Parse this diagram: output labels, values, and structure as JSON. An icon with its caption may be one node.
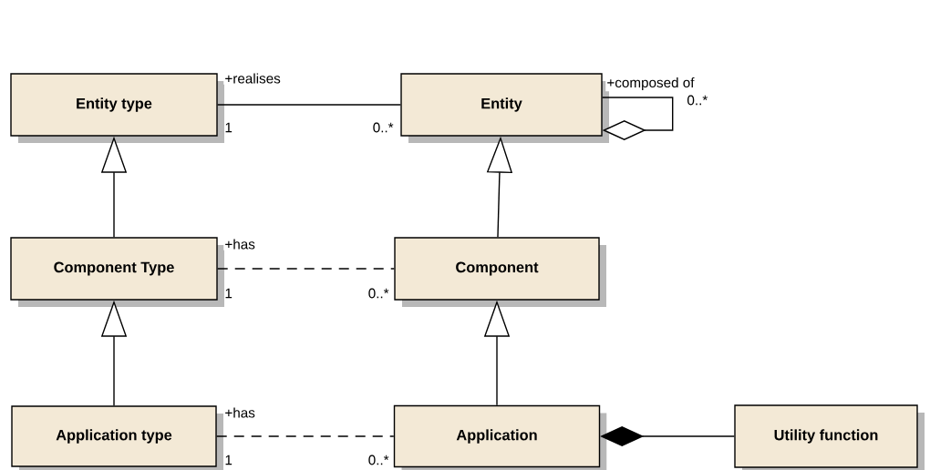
{
  "diagram": {
    "nodes": [
      {
        "text": [
          "Entity type"
        ]
      },
      {
        "text": [
          "Entity"
        ]
      },
      {
        "text": [
          "Component Type"
        ]
      },
      {
        "text": [
          "Component"
        ]
      },
      {
        "text": [
          "Application type"
        ]
      },
      {
        "text": [
          "Application"
        ]
      },
      {
        "text": [
          "Utility function"
        ]
      }
    ],
    "edges": [
      {
        "from": 0,
        "to": 1,
        "arrow": "none",
        "label": "+realises"
      },
      {
        "from": 1,
        "to": 1,
        "arrow": "other",
        "label": "+composed of"
      },
      {
        "from": 2,
        "to": 0,
        "arrow": "to"
      },
      {
        "from": 3,
        "to": 1,
        "arrow": "to"
      },
      {
        "from": 2,
        "to": 3,
        "arrow": "none",
        "style": "dashed",
        "label": "+has"
      },
      {
        "from": 4,
        "to": 2,
        "arrow": "to"
      },
      {
        "from": 5,
        "to": 3,
        "arrow": "to"
      },
      {
        "from": 4,
        "to": 5,
        "arrow": "none",
        "style": "dashed",
        "label": "+has"
      },
      {
        "from": 6,
        "to": 5,
        "arrow": "other"
      }
    ],
    "labels": [
      "0..*",
      "1",
      "0..*",
      "1",
      "0..*",
      "1",
      "0..*"
    ]
  }
}
